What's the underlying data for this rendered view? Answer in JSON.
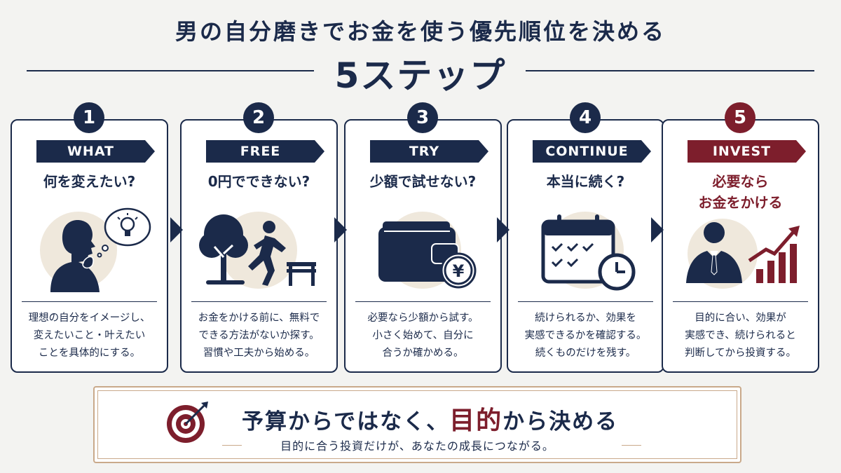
{
  "header": {
    "title": "男の自分磨きでお金を使う優先順位を決める",
    "subtitle": "5ステップ"
  },
  "colors": {
    "navy": "#1b2a4a",
    "accent_red": "#7d1e2c",
    "beige": "#efe8dc",
    "gold": "#c9a98a"
  },
  "steps": [
    {
      "number": "1",
      "tag": "WHAT",
      "question": "何を変えたい?",
      "icon": "thinking-person-lightbulb-icon",
      "desc": [
        "理想の自分をイメージし、",
        "変えたいこと・叶えたい",
        "ことを具体的にする。"
      ]
    },
    {
      "number": "2",
      "tag": "FREE",
      "question": "0円でできない?",
      "icon": "tree-runner-bench-icon",
      "desc": [
        "お金をかける前に、無料で",
        "できる方法がないか探す。",
        "習慣や工夫から始める。"
      ]
    },
    {
      "number": "3",
      "tag": "TRY",
      "question": "少額で試せない?",
      "icon": "wallet-yen-icon",
      "desc": [
        "必要なら少額から試す。",
        "小さく始めて、自分に",
        "合うか確かめる。"
      ]
    },
    {
      "number": "4",
      "tag": "CONTINUE",
      "question": "本当に続く?",
      "icon": "calendar-clock-icon",
      "desc": [
        "続けられるか、効果を",
        "実感できるかを確認する。",
        "続くものだけを残す。"
      ]
    },
    {
      "number": "5",
      "tag": "INVEST",
      "question": [
        "必要なら",
        "お金をかける"
      ],
      "icon": "businessman-growth-chart-icon",
      "desc": [
        "目的に合い、効果が",
        "実感でき、続けられると",
        "判断してから投資する。"
      ]
    }
  ],
  "bottom": {
    "main_before": "予算からではなく、",
    "main_emphasis": "目的",
    "main_after": "から決める",
    "sub": "目的に合う投資だけが、あなたの成長につながる。",
    "icon": "target-arrow-icon"
  }
}
